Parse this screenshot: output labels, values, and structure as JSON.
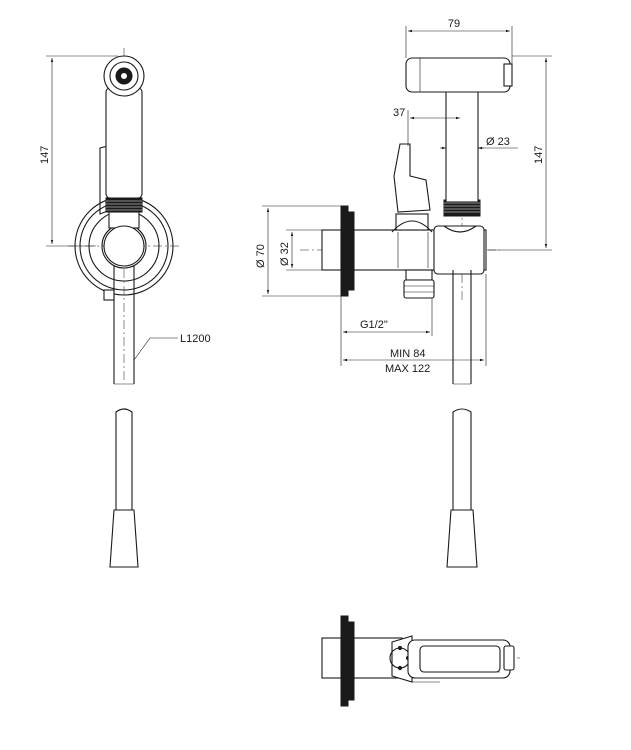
{
  "dimensions": {
    "height_front": "147",
    "height_side": "147",
    "width_top": "79",
    "offset": "37",
    "diameter_small": "Ø 23",
    "diameter_rosette": "Ø 70",
    "diameter_inner": "Ø 32",
    "thread": "G1/2\"",
    "min_length": "MIN 84",
    "max_length": "MAX 122",
    "hose_length": "L1200"
  }
}
